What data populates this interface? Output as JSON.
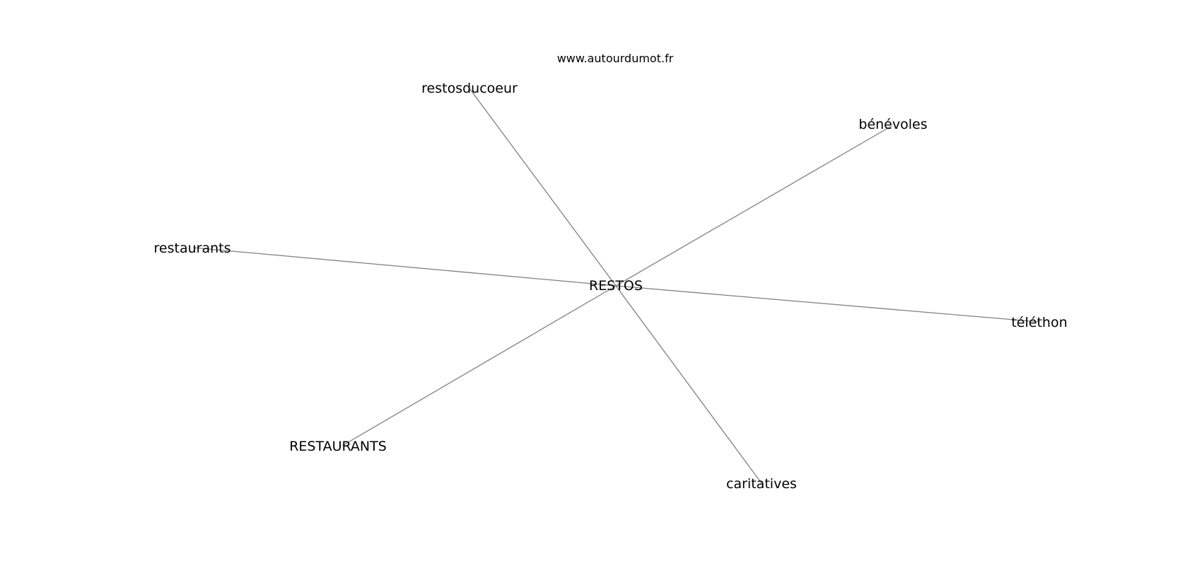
{
  "watermark": "www.autourdumot.fr",
  "graph": {
    "center": {
      "id": "center",
      "label": "RESTOS"
    },
    "neighbors": [
      {
        "id": "restosducoeur",
        "label": "restosducoeur"
      },
      {
        "id": "benevoles",
        "label": "bénévoles"
      },
      {
        "id": "restaurants",
        "label": "restaurants"
      },
      {
        "id": "telethon",
        "label": "téléthon"
      },
      {
        "id": "RESTAURANTS",
        "label": "RESTAURANTS"
      },
      {
        "id": "caritatives",
        "label": "caritatives"
      }
    ],
    "edge_color": "#808080",
    "label_color": "#000000"
  }
}
